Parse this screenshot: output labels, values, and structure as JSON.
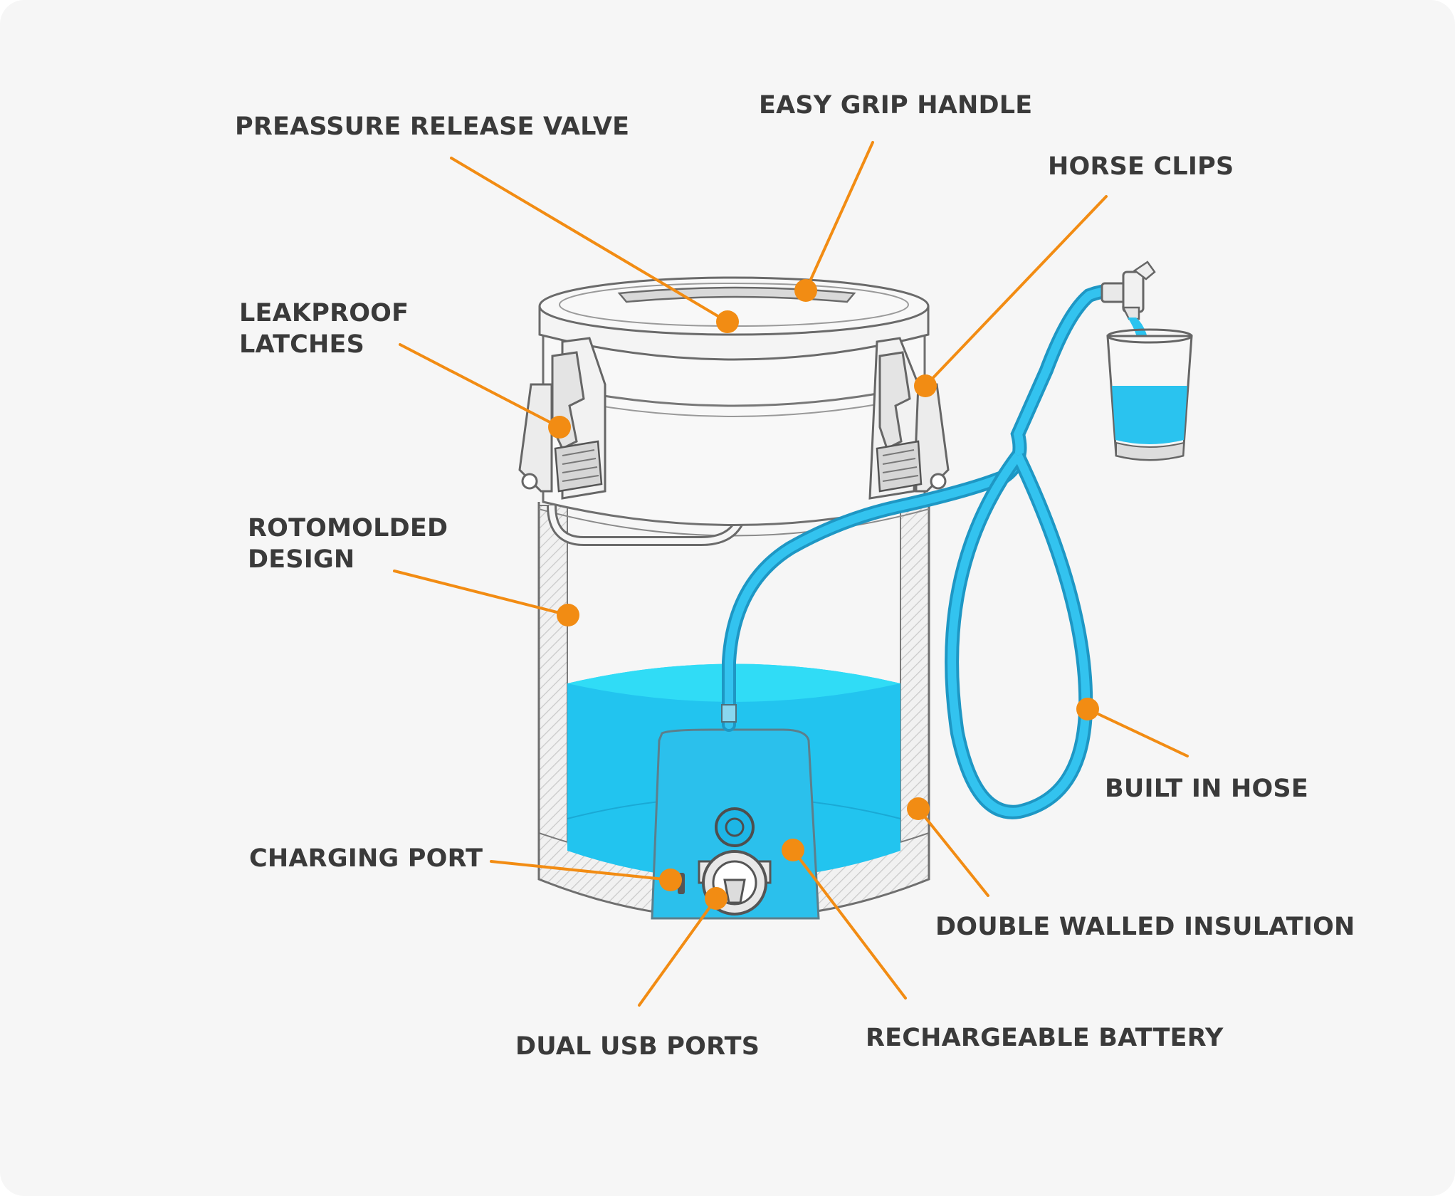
{
  "colors": {
    "background": "#f6f6f6",
    "label_text": "#3a3a3a",
    "callout": "#f28c13",
    "water": "#22c4ef",
    "water_surface": "#30dcf6",
    "hose": "#28b8e8",
    "outline": "#6f6f6f"
  },
  "callouts": [
    {
      "id": "pressure-release-valve",
      "lines": [
        "PREASSURE RELEASE VALVE"
      ]
    },
    {
      "id": "easy-grip-handle",
      "lines": [
        "EASY GRIP HANDLE"
      ]
    },
    {
      "id": "horse-clips",
      "lines": [
        "HORSE CLIPS"
      ]
    },
    {
      "id": "leakproof-latches",
      "lines": [
        "LEAKPROOF",
        "LATCHES"
      ]
    },
    {
      "id": "rotomolded-design",
      "lines": [
        "ROTOMOLDED",
        "DESIGN"
      ]
    },
    {
      "id": "built-in-hose",
      "lines": [
        "BUILT IN HOSE"
      ]
    },
    {
      "id": "charging-port",
      "lines": [
        "CHARGING PORT"
      ]
    },
    {
      "id": "double-walled-insulation",
      "lines": [
        "DOUBLE WALLED INSULATION"
      ]
    },
    {
      "id": "dual-usb-ports",
      "lines": [
        "DUAL USB PORTS"
      ]
    },
    {
      "id": "rechargeable-battery",
      "lines": [
        "RECHARGEABLE BATTERY"
      ]
    }
  ]
}
